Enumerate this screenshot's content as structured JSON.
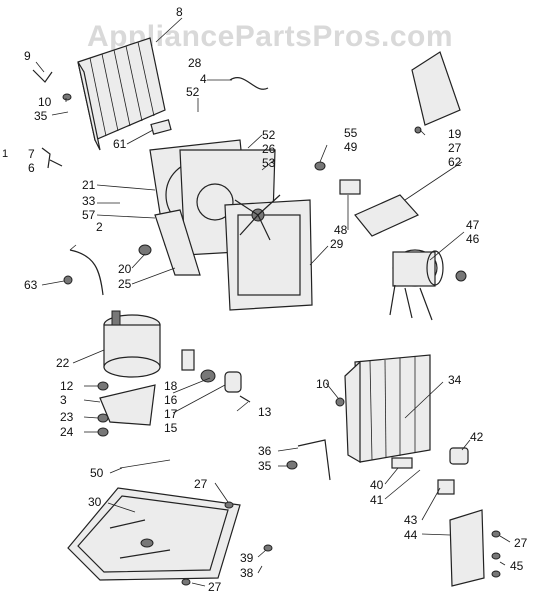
{
  "watermark": "AppliancePartsPros.com",
  "corner_mark": "1",
  "callouts": {
    "c8": "8",
    "c9": "9",
    "c28": "28",
    "c4": "4",
    "c52a": "52",
    "c10a": "10",
    "c35a": "35",
    "c61": "61",
    "c7": "7",
    "c6": "6",
    "c52b": "52",
    "c26": "26",
    "c53": "53",
    "c55": "55",
    "c49": "49",
    "c19": "19",
    "c27a": "27",
    "c62": "62",
    "c21": "21",
    "c33": "33",
    "c57": "57",
    "c48": "48",
    "c29": "29",
    "c47": "47",
    "c46": "46",
    "c2": "2",
    "c20": "20",
    "c25": "25",
    "c63": "63",
    "c22": "22",
    "c18": "18",
    "c16": "16",
    "c17": "17",
    "c15": "15",
    "c13": "13",
    "c12": "12",
    "c3": "3",
    "c23": "23",
    "c24": "24",
    "c10b": "10",
    "c34": "34",
    "c36": "36",
    "c35b": "35",
    "c42": "42",
    "c40": "40",
    "c41": "41",
    "c50": "50",
    "c27b": "27",
    "c30": "30",
    "c43": "43",
    "c44": "44",
    "c27c": "27",
    "c39": "39",
    "c38": "38",
    "c27d": "27",
    "c45": "45"
  }
}
